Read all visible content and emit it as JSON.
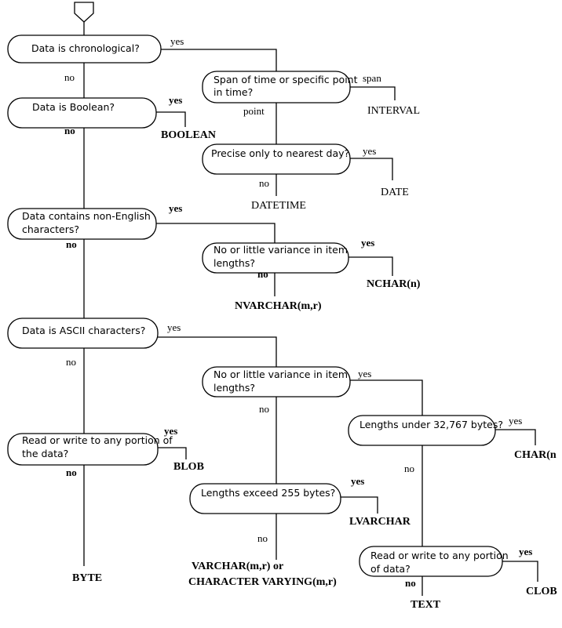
{
  "questions": {
    "chronological": "Data is chronological?",
    "span_line1": "Span of time or specific point",
    "span_line2": "in time?",
    "precise": "Precise only to nearest day?",
    "boolean": "Data is Boolean?",
    "non_english_line1": "Data contains non-English",
    "non_english_line2": "characters?",
    "variance1_line1": "No or little variance in item",
    "variance1_line2": "lengths?",
    "ascii": "Data is ASCII characters?",
    "variance2_line1": "No or little variance in item",
    "variance2_line2": "lengths?",
    "under32767": "Lengths under 32,767 bytes?",
    "rw_any_line1": "Read or write to any portion of",
    "rw_any_line2": "the data?",
    "exceed255": "Lengths exceed 255 bytes?",
    "rw_any2_line1": "Read or write to any portion",
    "rw_any2_line2": "of data?"
  },
  "edge_labels": {
    "yes": "yes",
    "no": "no",
    "span": "span",
    "point": "point"
  },
  "results": {
    "interval": "INTERVAL",
    "date": "DATE",
    "datetime": "DATETIME",
    "boolean": "BOOLEAN",
    "nchar": "NCHAR(n)",
    "nvarchar": "NVARCHAR(m,r)",
    "blob": "BLOB",
    "byte": "BYTE",
    "char": "CHAR(n",
    "lvarchar": "LVARCHAR",
    "varchar_line1": "VARCHAR(m,r) or",
    "varchar_line2": "CHARACTER VARYING(m,r)",
    "clob": "CLOB",
    "text": "TEXT"
  }
}
